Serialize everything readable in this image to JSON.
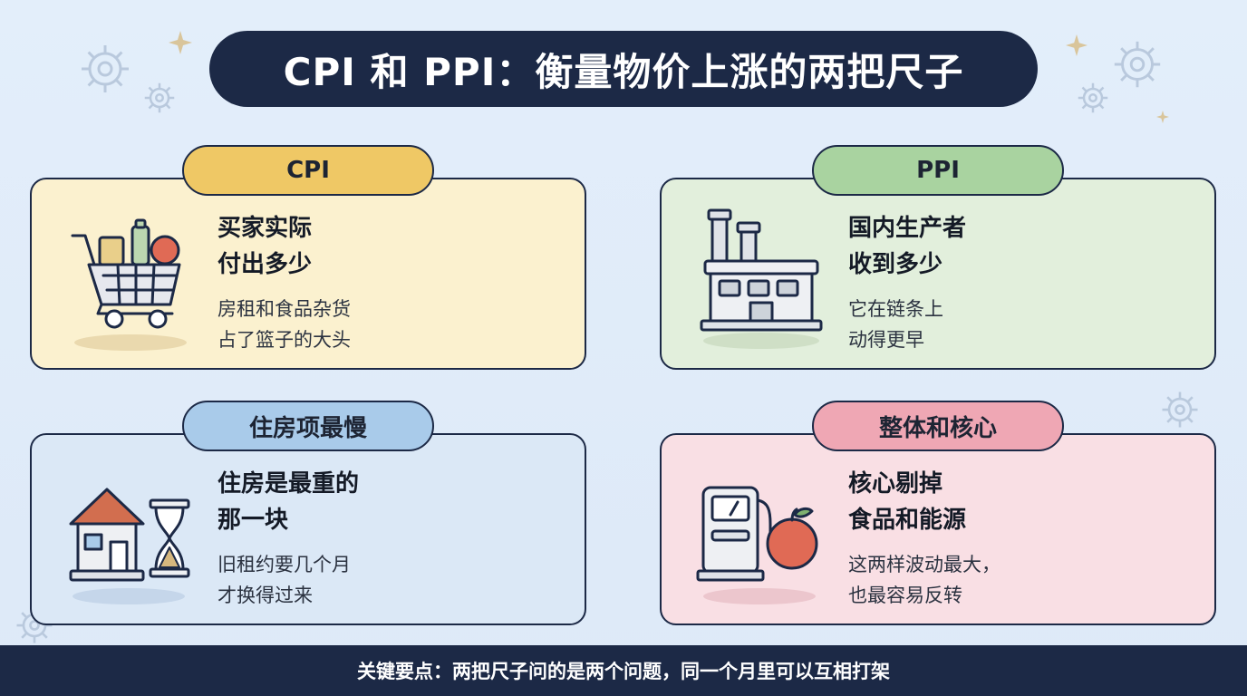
{
  "title": "CPI 和 PPI：衡量物价上涨的两把尺子",
  "cards": [
    {
      "tag": "CPI",
      "heading": "买家实际\n付出多少",
      "desc": "房租和食品杂货\n占了篮子的大头",
      "icon": "shopping-cart-icon",
      "color": "#fbf1cf",
      "tag_color": "#efc865"
    },
    {
      "tag": "PPI",
      "heading": "国内生产者\n收到多少",
      "desc": "它在链条上\n动得更早",
      "icon": "factory-icon",
      "color": "#e2efdc",
      "tag_color": "#a9d3a0"
    },
    {
      "tag": "住房项最慢",
      "heading": "住房是最重的\n那一块",
      "desc": "旧租约要几个月\n才换得过来",
      "icon": "house-hourglass-icon",
      "color": "#dbe8f6",
      "tag_color": "#a9cbea"
    },
    {
      "tag": "整体和核心",
      "heading": "核心剔掉\n食品和能源",
      "desc": "这两样波动最大，\n也最容易反转",
      "icon": "gas-pump-apple-icon",
      "color": "#f9dfe4",
      "tag_color": "#efa7b4"
    }
  ],
  "footer": "关键要点：两把尺子问的是两个问题，同一个月里可以互相打架"
}
